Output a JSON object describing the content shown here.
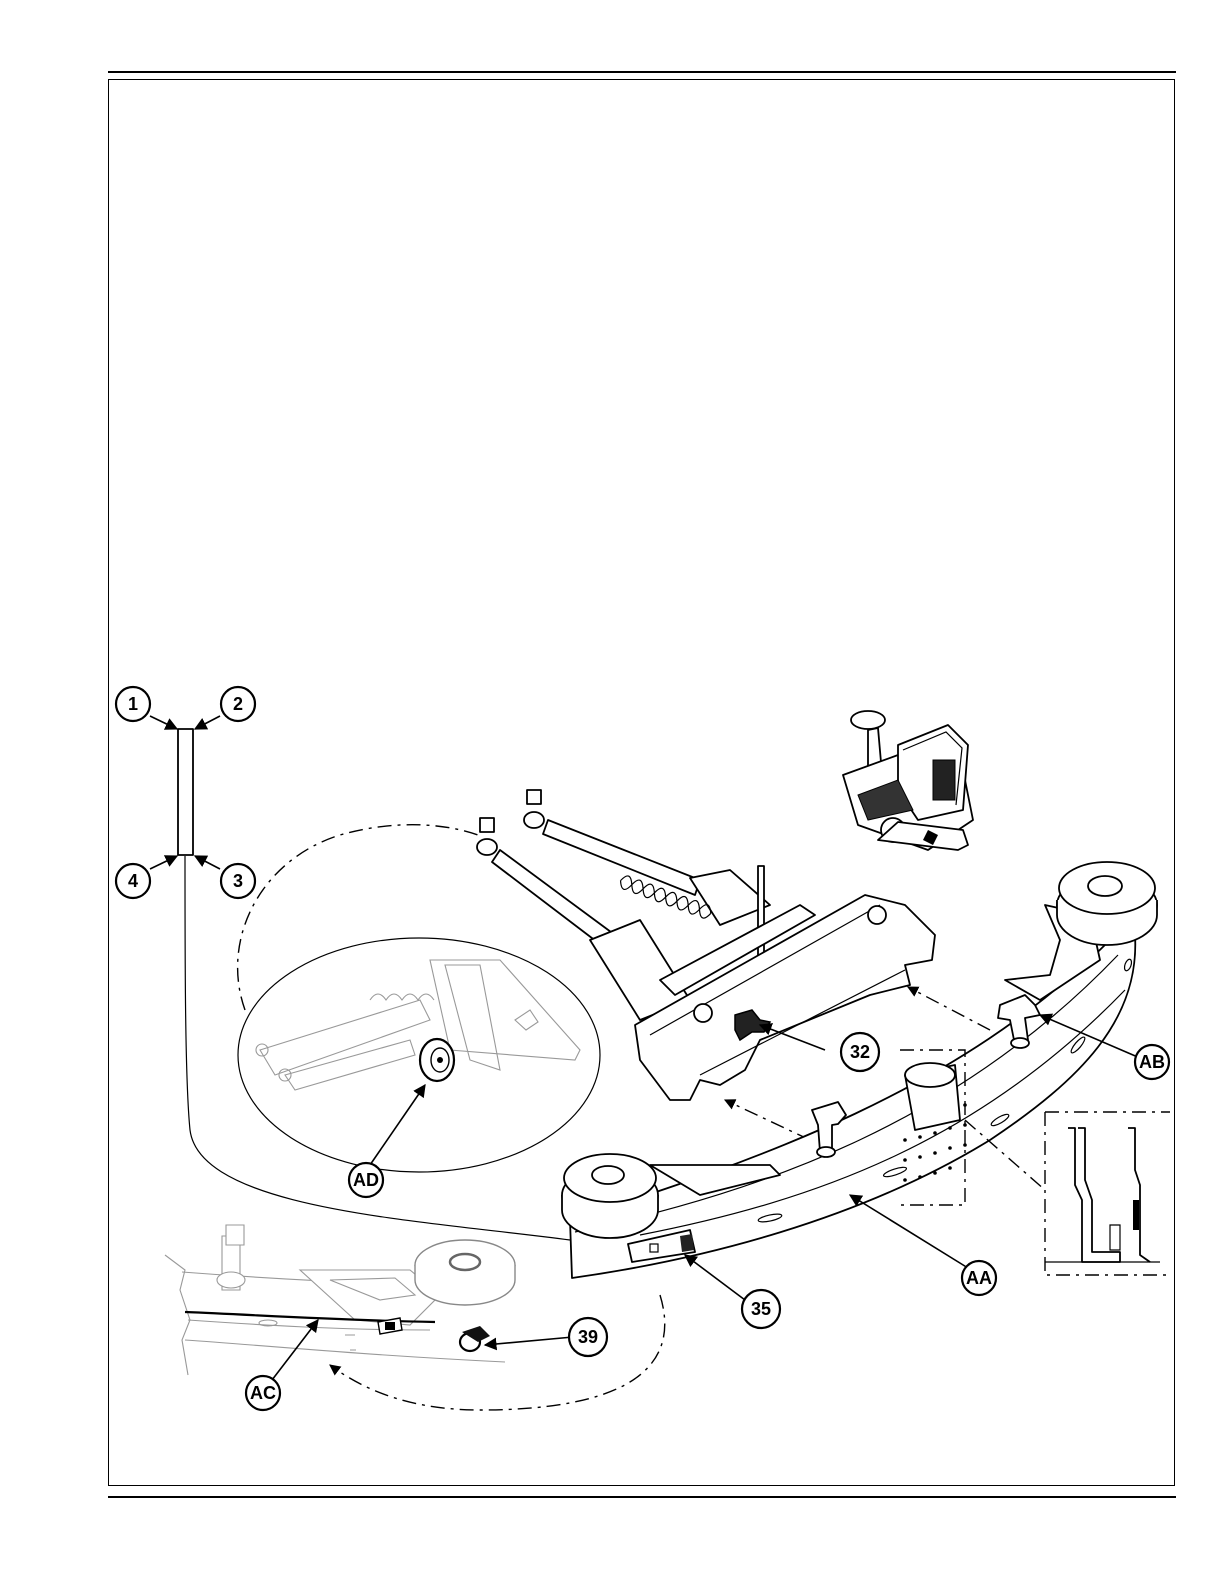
{
  "callouts": {
    "c1": "1",
    "c2": "2",
    "c3": "3",
    "c4": "4",
    "c32": "32",
    "c35": "35",
    "c39": "39",
    "cAA": "AA",
    "cAB": "AB",
    "cAC": "AC",
    "cAD": "AD"
  },
  "icons": {
    "machine": "ride-on-scrubber-icon",
    "spring": "tension-spring-icon",
    "knob": "star-knob-icon",
    "wheel": "squeegee-wheel-icon"
  }
}
